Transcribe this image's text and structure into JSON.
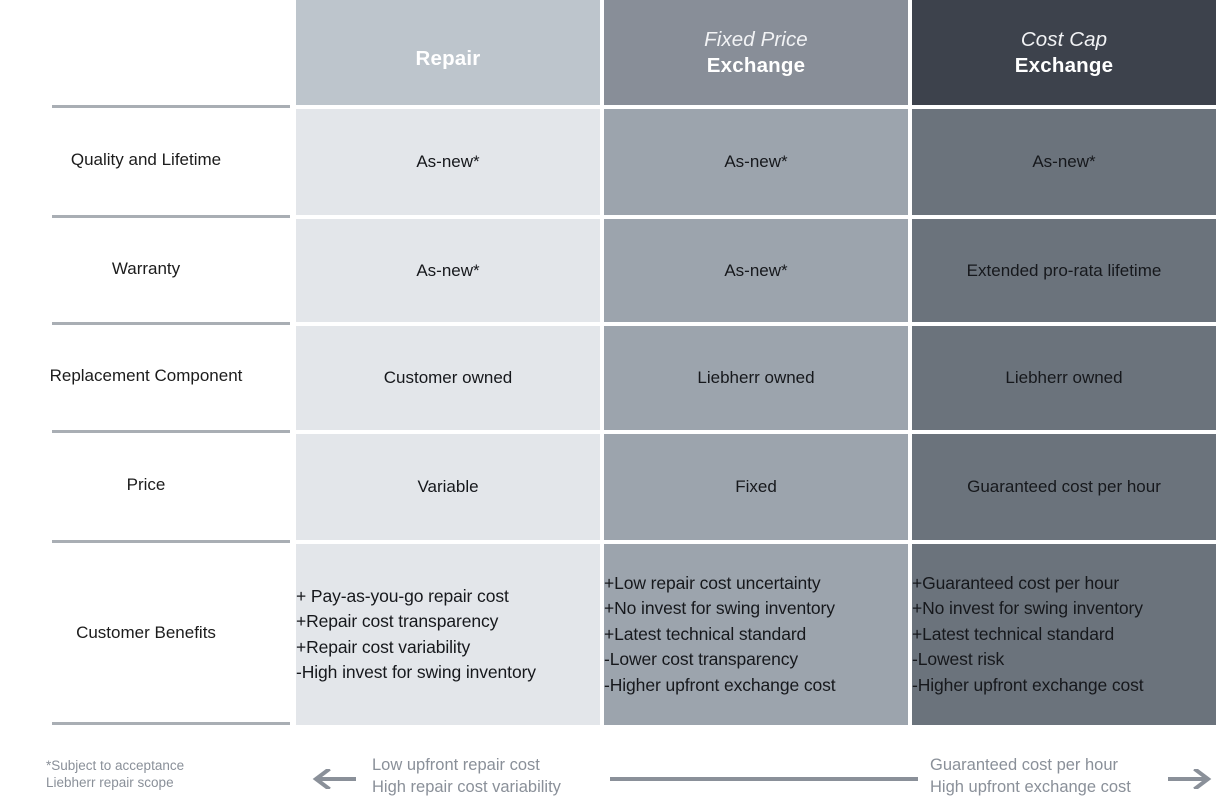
{
  "columns": [
    {
      "sup": "",
      "main": "Repair",
      "key": "repair"
    },
    {
      "sup": "Fixed Price",
      "main": "Exchange",
      "key": "fixed-price-exchange"
    },
    {
      "sup": "Cost Cap",
      "main": "Exchange",
      "key": "cost-cap-exchange"
    }
  ],
  "rows": [
    {
      "label": "Quality and Lifetime",
      "cells": [
        "As-new*",
        "As-new*",
        "As-new*"
      ]
    },
    {
      "label": "Warranty",
      "cells": [
        "As-new*",
        "As-new*",
        "Extended pro-rata lifetime"
      ]
    },
    {
      "label_line1": "Replacement",
      "label_line2": "Component",
      "label": "Replacement Component",
      "cells": [
        "Customer owned",
        "Liebherr owned",
        "Liebherr owned"
      ]
    },
    {
      "label": "Price",
      "cells": [
        "Variable",
        "Fixed",
        "Guaranteed cost per hour"
      ]
    }
  ],
  "benefits_row": {
    "label": "Customer Benefits",
    "columns": [
      [
        "+ Pay-as-you-go repair cost",
        "+Repair cost transparency",
        "+Repair cost variability",
        "-High invest for swing inventory"
      ],
      [
        "+Low repair cost uncertainty",
        "+No invest for swing inventory",
        "+Latest technical standard",
        "-Lower cost transparency",
        "-Higher upfront exchange cost"
      ],
      [
        "+Guaranteed cost per hour",
        "+No invest for swing inventory",
        "+Latest technical standard",
        "-Lowest risk",
        "-Higher upfront exchange cost"
      ]
    ]
  },
  "footnote": {
    "line1": "*Subject to acceptance",
    "line2": "Liebherr repair scope"
  },
  "axis": {
    "left": {
      "line1": "Low upfront repair cost",
      "line2": "High repair cost variability"
    },
    "right": {
      "line1": "Guaranteed cost per hour",
      "line2": "High upfront exchange cost"
    },
    "arrow_left_name": "arrow-left-icon",
    "arrow_right_name": "arrow-right-icon"
  },
  "colors": {
    "header_col1": "#bdc5cc",
    "header_col2": "#888e98",
    "header_col3": "#3d424c",
    "body_col1": "#e3e6ea",
    "body_col2": "#9ca4ad",
    "body_col3": "#6b737c",
    "rule": "#a9aeb4",
    "muted_text": "#8a9099"
  }
}
